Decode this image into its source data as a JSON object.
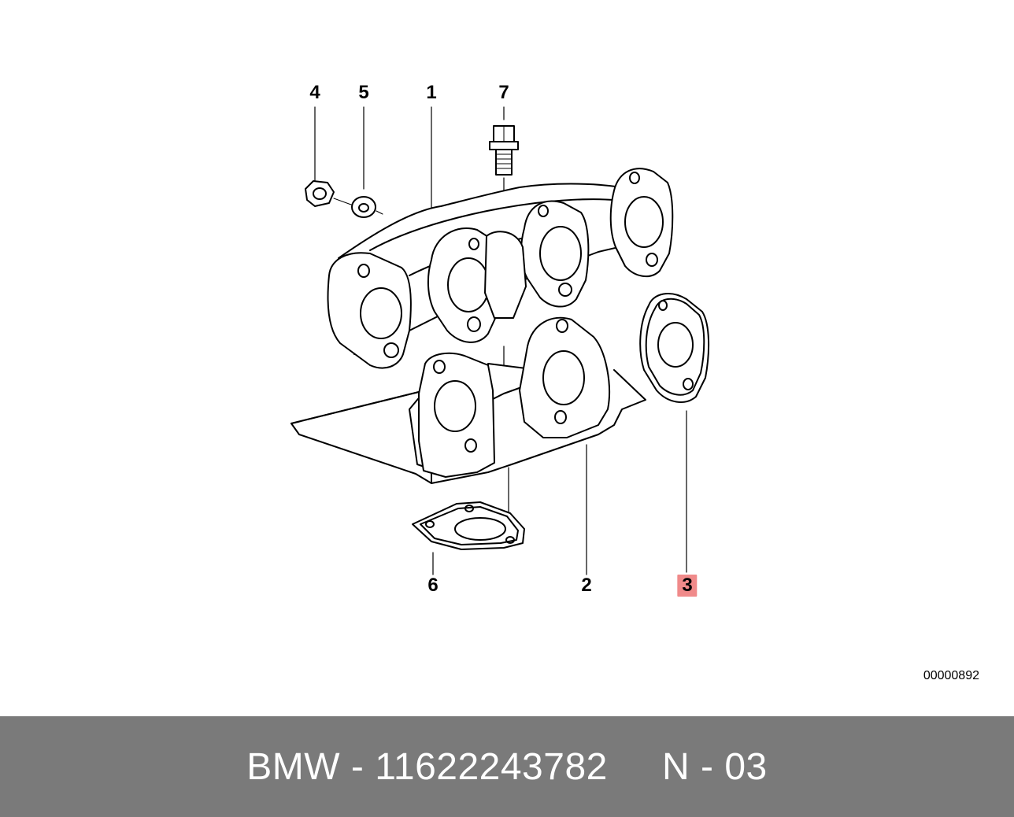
{
  "callouts": {
    "c4": "4",
    "c5": "5",
    "c1": "1",
    "c7": "7",
    "c6": "6",
    "c2": "2",
    "c3": "3"
  },
  "highlight_color": "#f08a8a",
  "drawing_code": "00000892",
  "footer": {
    "text": "BMW - 11622243782     N - 03",
    "background": "#7a7a7a"
  }
}
